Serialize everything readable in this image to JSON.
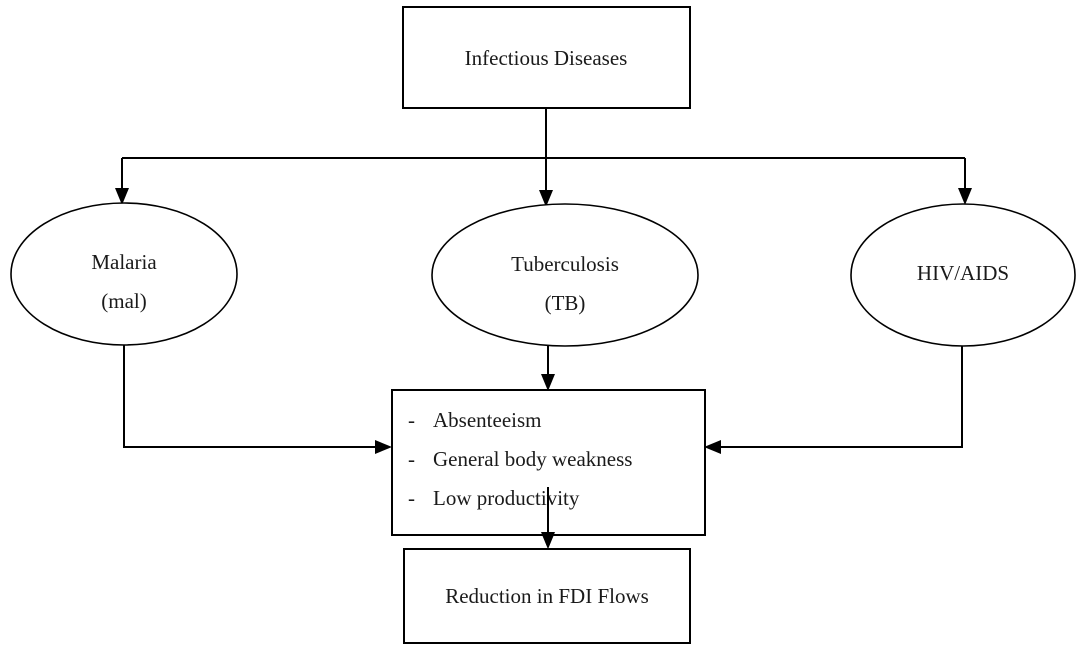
{
  "diagram": {
    "type": "flowchart",
    "background_color": "#ffffff",
    "line_color": "#000000",
    "text_color": "#1a1a1a",
    "root": {
      "id": "infectious-diseases",
      "shape": "rectangle",
      "label": "Infectious Diseases"
    },
    "diseases": [
      {
        "id": "malaria",
        "shape": "ellipse",
        "line1": "Malaria",
        "line2": "(mal)"
      },
      {
        "id": "tuberculosis",
        "shape": "ellipse",
        "line1": "Tuberculosis",
        "line2": "(TB)"
      },
      {
        "id": "hiv-aids",
        "shape": "ellipse",
        "line1": "HIV/AIDS",
        "line2": ""
      }
    ],
    "effects": {
      "id": "effects",
      "shape": "rectangle",
      "bullet": "-",
      "items": [
        "Absenteeism",
        "General body weakness",
        "Low productivity"
      ]
    },
    "outcome": {
      "id": "reduction-fdi",
      "shape": "rectangle",
      "label": "Reduction in FDI Flows"
    },
    "edges": [
      {
        "from": "infectious-diseases",
        "to": "malaria",
        "style": "orthogonal-arrow"
      },
      {
        "from": "infectious-diseases",
        "to": "tuberculosis",
        "style": "straight-arrow"
      },
      {
        "from": "infectious-diseases",
        "to": "hiv-aids",
        "style": "orthogonal-arrow"
      },
      {
        "from": "malaria",
        "to": "effects",
        "style": "orthogonal-arrow"
      },
      {
        "from": "tuberculosis",
        "to": "effects",
        "style": "straight-arrow"
      },
      {
        "from": "hiv-aids",
        "to": "effects",
        "style": "orthogonal-arrow"
      },
      {
        "from": "effects",
        "to": "reduction-fdi",
        "style": "straight-arrow"
      }
    ]
  }
}
